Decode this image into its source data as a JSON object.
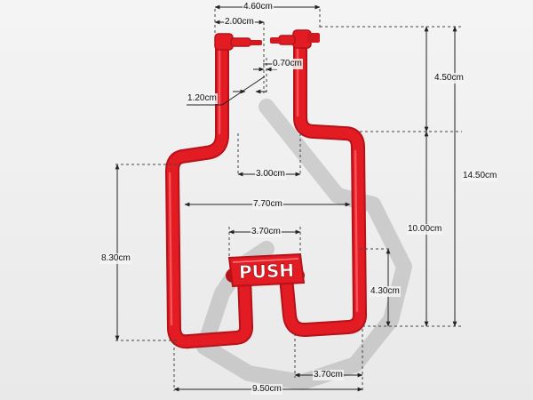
{
  "colors": {
    "handle": "#e31b23",
    "handle_dark": "#b5121a",
    "dimension": "#222222",
    "push_text": "#ffffff"
  },
  "product": {
    "label": "PUSH"
  },
  "dimensions": {
    "top_width": "4.60cm",
    "clip_width": "2.00cm",
    "gap": "0.70cm",
    "tube": "1.20cm",
    "neck_height": "4.50cm",
    "neck_width": "3.00cm",
    "inner_width": "7.70cm",
    "body_height": "8.30cm",
    "total_height": "14.50cm",
    "lower_height": "10.00cm",
    "grip_width": "3.70cm",
    "grip_height": "4.30cm",
    "foot_width": "3.70cm",
    "total_width": "9.50cm"
  }
}
